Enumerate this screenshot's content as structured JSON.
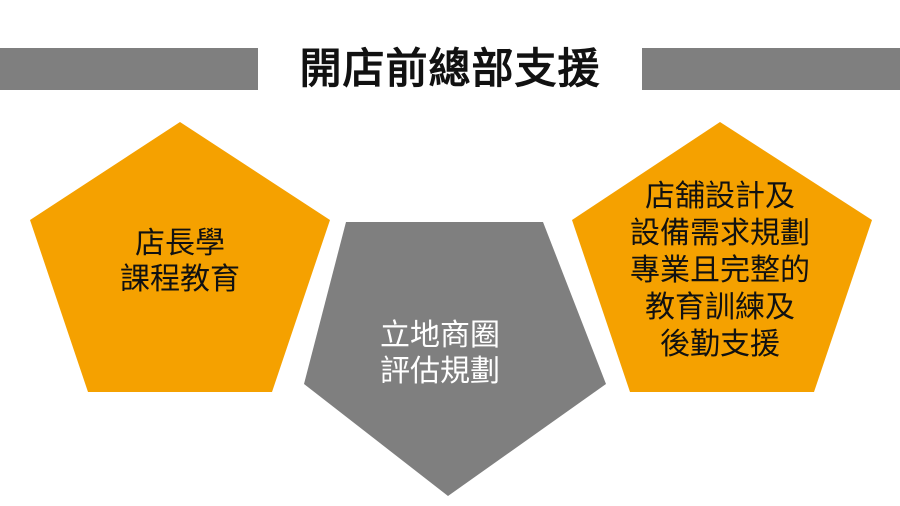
{
  "title": "開店前總部支援",
  "colors": {
    "orange": "#f5a100",
    "gray": "#7f7f7f",
    "text": "#111111",
    "white": "#ffffff"
  },
  "shapes": {
    "left": {
      "lines": [
        "店長學",
        "課程教育"
      ]
    },
    "center": {
      "lines": [
        "立地商圈",
        "評估規劃"
      ]
    },
    "right": {
      "lines": [
        "店舖設計及",
        "設備需求規劃",
        "專業且完整的",
        "教育訓練及",
        "後勤支援"
      ]
    }
  }
}
